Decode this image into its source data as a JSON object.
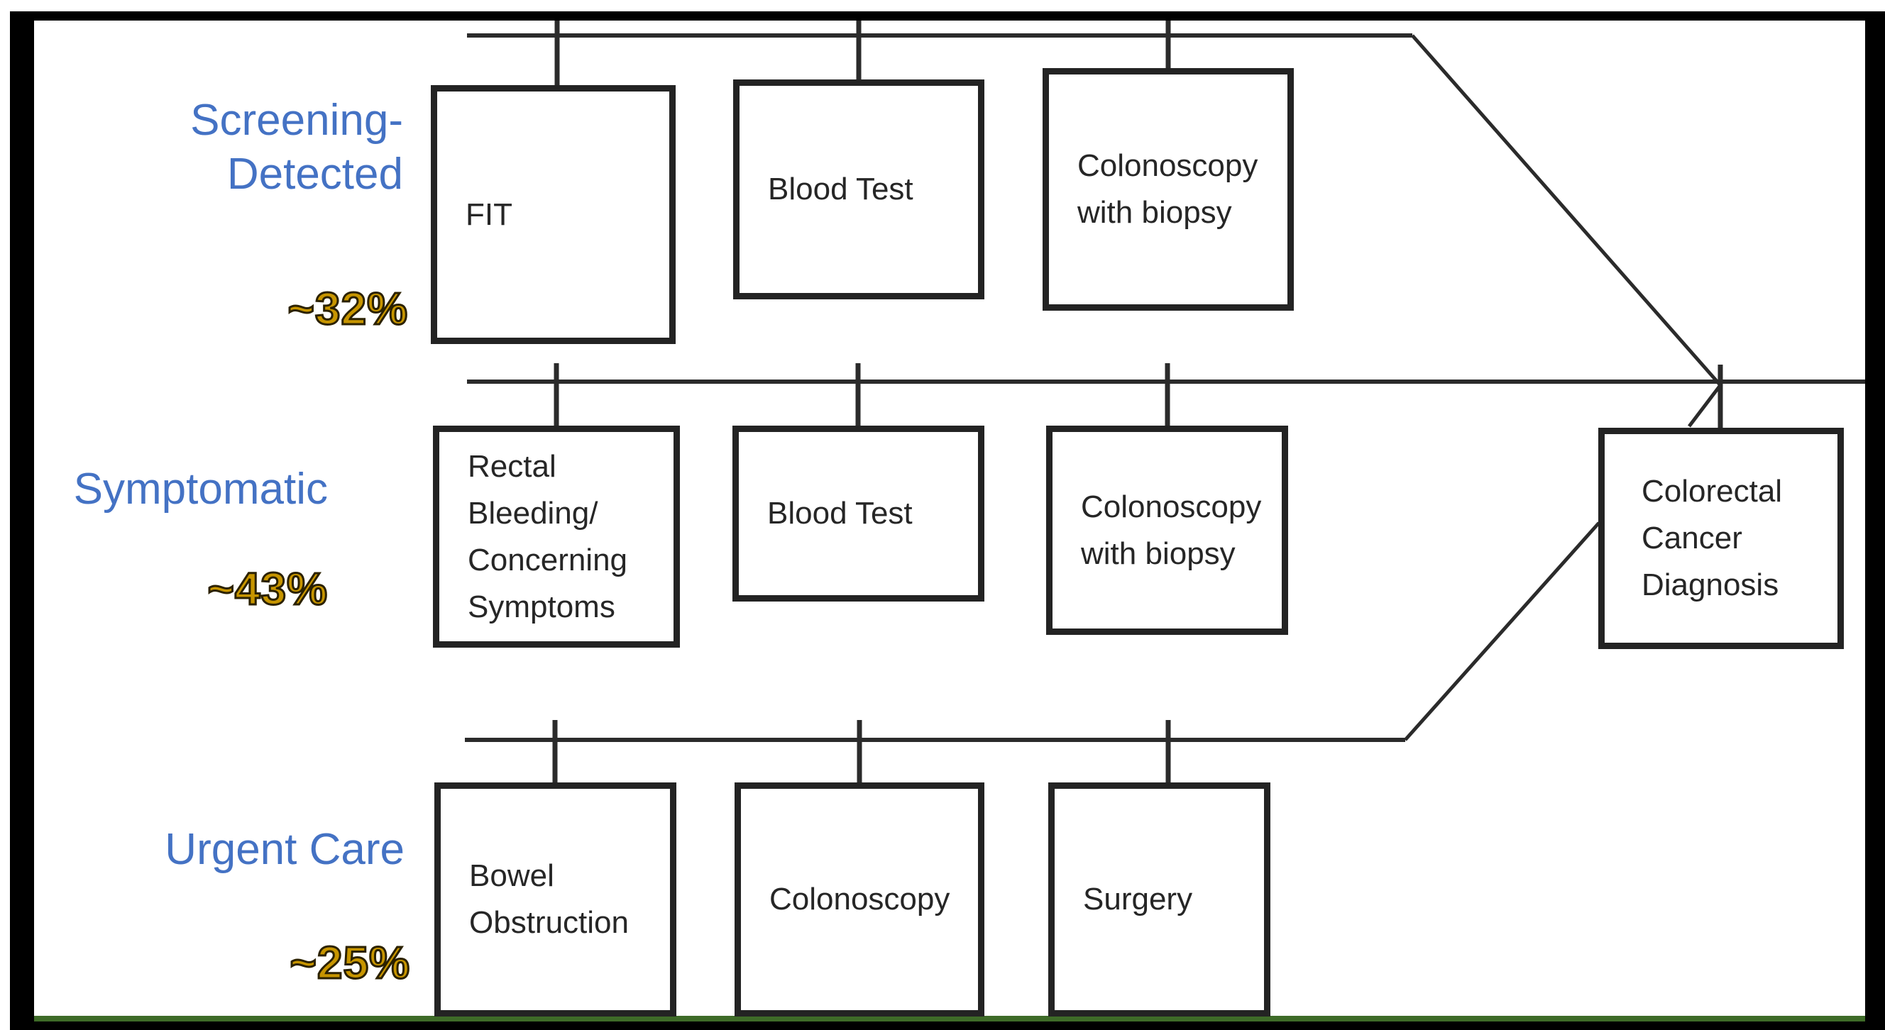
{
  "rows": [
    {
      "id": "screening-detected",
      "label": "Screening-\nDetected",
      "pct": "~32%",
      "boxes": [
        {
          "text": "FIT"
        },
        {
          "text": "Blood Test"
        },
        {
          "text": "Colonoscopy\nwith biopsy"
        }
      ]
    },
    {
      "id": "symptomatic",
      "label": "Symptomatic",
      "pct": "~43%",
      "boxes": [
        {
          "text": "Rectal\nBleeding/\nConcerning\nSymptoms"
        },
        {
          "text": "Blood Test"
        },
        {
          "text": "Colonoscopy\nwith biopsy"
        }
      ]
    },
    {
      "id": "urgent-care",
      "label": "Urgent Care",
      "pct": "~25%",
      "boxes": [
        {
          "text": "Bowel\nObstruction"
        },
        {
          "text": "Colonoscopy"
        },
        {
          "text": "Surgery"
        }
      ]
    }
  ],
  "outcome": {
    "text": "Colorectal\nCancer\nDiagnosis"
  },
  "colors": {
    "label_blue": "#4472C4",
    "percent_gold": "#C79500",
    "line": "#2B2B2B",
    "green_baseline": "#3E6B28",
    "frame": "#000000"
  }
}
